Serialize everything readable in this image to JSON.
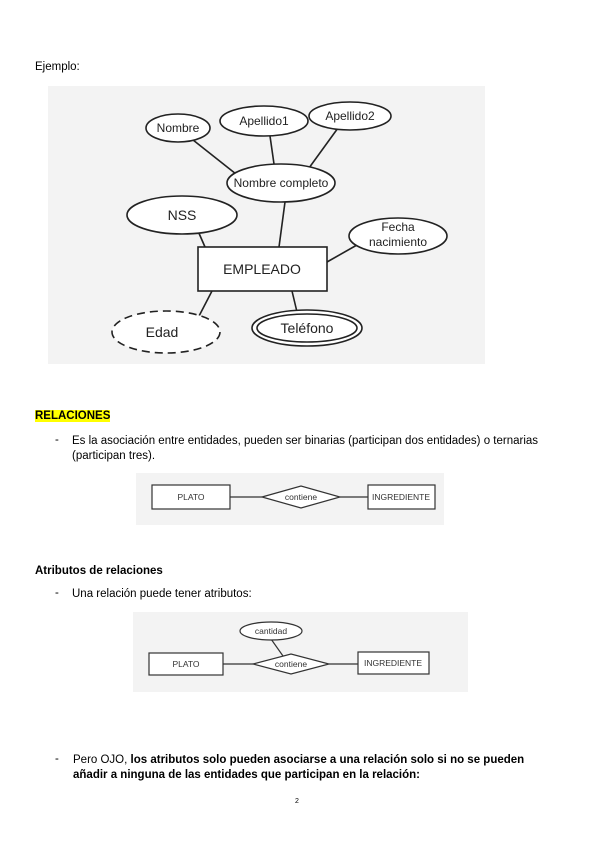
{
  "intro": {
    "label": "Ejemplo:"
  },
  "diagram1": {
    "entity": "EMPLEADO",
    "attrs": {
      "nombre": "Nombre",
      "apellido1": "Apellido1",
      "apellido2": "Apellido2",
      "nombre_completo": "Nombre completo",
      "nss": "NSS",
      "fecha_line1": "Fecha",
      "fecha_line2": "nacimiento",
      "edad": "Edad",
      "telefono": "Teléfono"
    }
  },
  "relaciones": {
    "heading": "RELACIONES",
    "bullet_line1": "Es la asociación entre entidades, pueden ser binarias (participan dos entidades) o ternarias",
    "bullet_line2": "(participan tres).",
    "dash": "-"
  },
  "diagram2": {
    "left": "PLATO",
    "rel": "contiene",
    "right": "INGREDIENTE"
  },
  "atributos": {
    "heading": "Atributos de relaciones",
    "bullet": "Una relación puede tener atributos:",
    "dash": "-"
  },
  "diagram3": {
    "attr": "cantidad",
    "left": "PLATO",
    "rel": "contiene",
    "right": "INGREDIENTE"
  },
  "note": {
    "dash": "-",
    "prefix": "Pero OJO,",
    "bold_line1": "los atributos solo pueden asociarse a una relación solo si no se pueden",
    "bold_line2": "añadir a ninguna de las entidades que participan en la relación:"
  },
  "page_number": "2"
}
